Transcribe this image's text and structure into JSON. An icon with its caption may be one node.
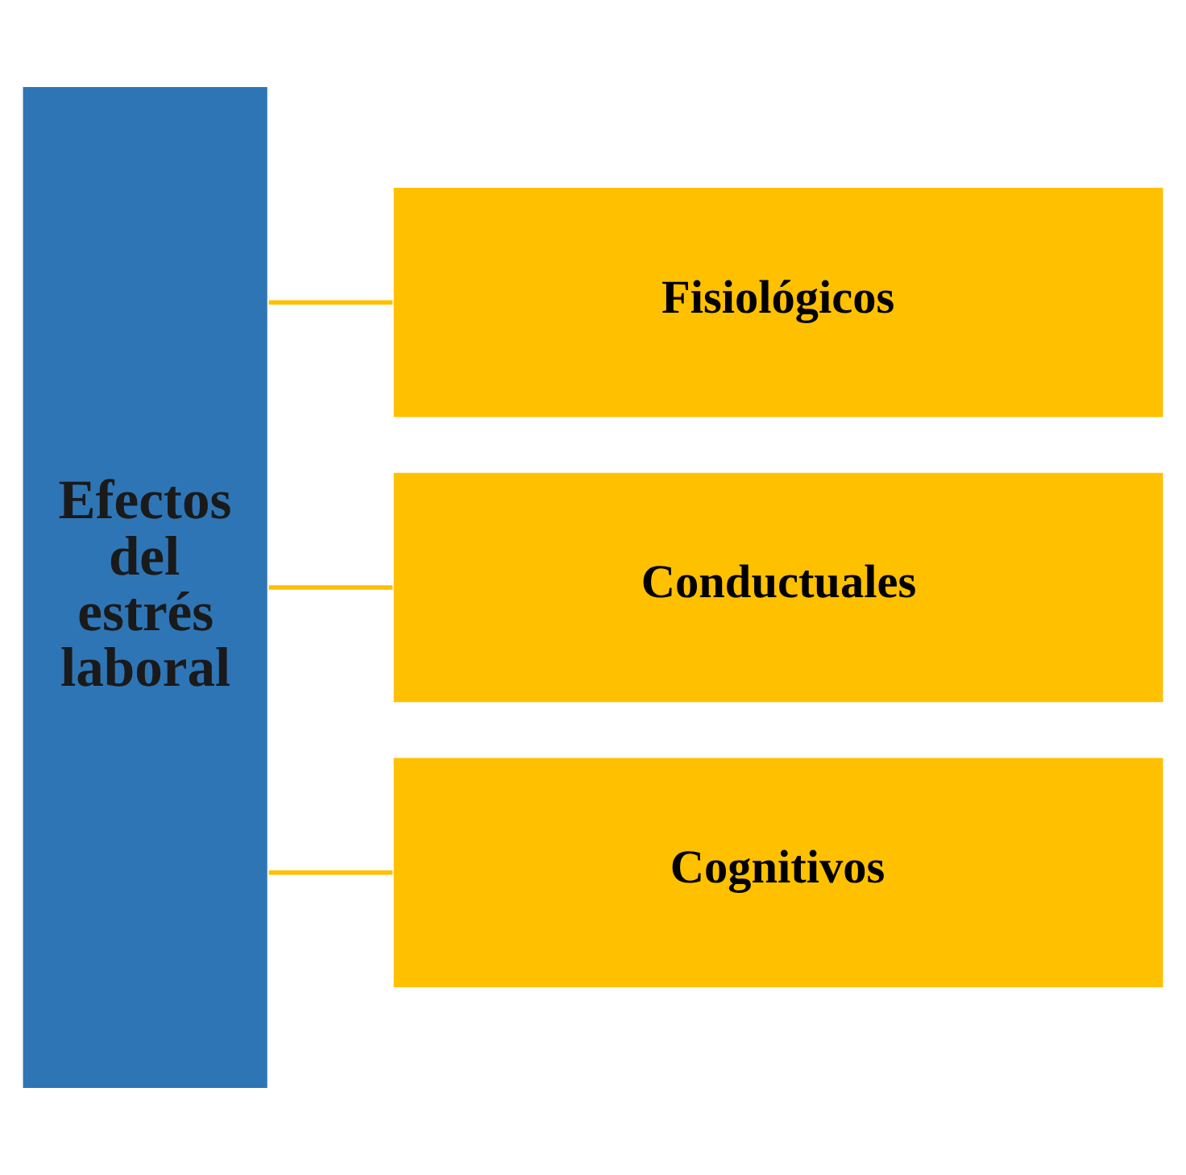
{
  "diagram": {
    "nodes": [
      {
        "text": [
          "Efectos del estrés laboral"
        ]
      },
      {
        "text": [
          "Fisiológicos"
        ]
      },
      {
        "text": [
          "Conductuales"
        ]
      },
      {
        "text": [
          "Cognitivos"
        ]
      }
    ],
    "edges": [
      {
        "from": 0,
        "to": 1,
        "arrow": "none"
      },
      {
        "from": 0,
        "to": 2,
        "arrow": "none"
      },
      {
        "from": 0,
        "to": 3,
        "arrow": "none"
      }
    ]
  }
}
